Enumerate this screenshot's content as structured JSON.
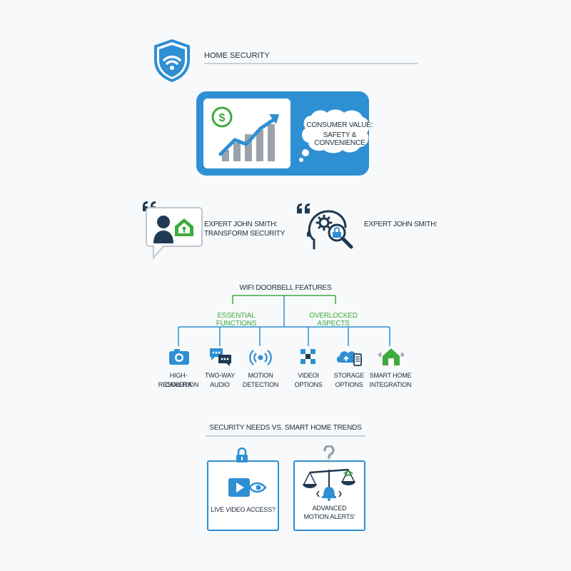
{
  "header": {
    "title": "HOME SECURITY"
  },
  "value_panel": {
    "bubble_line1": "CONSUMER VALUE:",
    "bubble_line2": "SAFETY & CONVENIENCE"
  },
  "experts": [
    {
      "line1": "EXPERT JOHN SMITH:",
      "line2": "TRANSFORM SECURITY"
    },
    {
      "line1": "EXPERT JOHN SMITH:",
      "line2": ""
    }
  ],
  "features": {
    "title": "WIFI DOORBELL FEATURES",
    "groups": [
      {
        "label": "ESSENTIAL FUNCTIONS"
      },
      {
        "label": "OVERLOCKED ASPECTS"
      }
    ],
    "items": [
      {
        "line1": "HIGH-RESOLUTION",
        "line2": "CAMERA",
        "icon": "camera-icon"
      },
      {
        "line1": "TWO-WAY",
        "line2": "AUDIO",
        "icon": "chat-bubbles-icon"
      },
      {
        "line1": "MOTION",
        "line2": "DETECTION",
        "icon": "signal-waves-icon"
      },
      {
        "line1": "VIDEOI",
        "line2": "OPTIONS",
        "icon": "checker-grid-icon"
      },
      {
        "line1": "STORAGE OPTIONS",
        "line2": "",
        "icon": "cloud-upload-icon"
      },
      {
        "line1": "SMART HOME",
        "line2": "INTEGRATION",
        "icon": "smart-home-icon"
      }
    ]
  },
  "trends": {
    "title": "SECURITY NEEDS VS. SMART HOME TRENDS",
    "boxes": [
      {
        "line1": "LIVE VIDEO ACCESS?",
        "line2": "",
        "icon": "video-play-icon"
      },
      {
        "line1": "ADVANCED",
        "line2": "MOTION ALERTS'",
        "icon": "scale-bell-icon"
      }
    ]
  },
  "colors": {
    "blue": "#2f8fd3",
    "green": "#3faa3f",
    "navy": "#1f3a52",
    "gray": "#9aa3ab"
  }
}
